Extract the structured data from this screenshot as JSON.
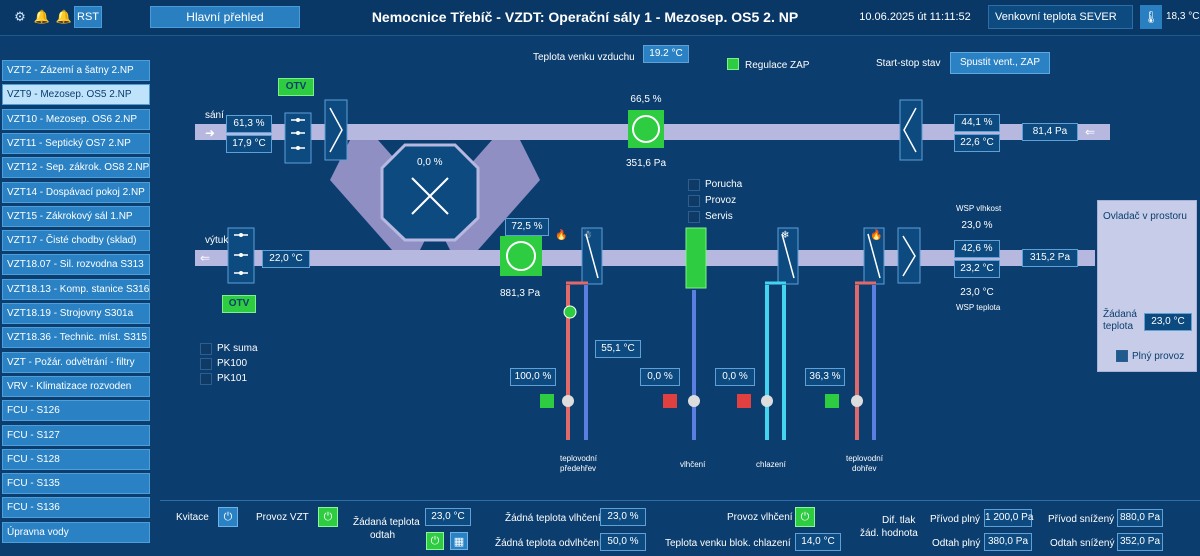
{
  "topbar": {
    "rst_label": "RST",
    "overview_label": "Hlavní přehled",
    "title": "Nemocnice Třebíč - VZDT: Operační sály 1 - Mezosep. OS5 2. NP",
    "datetime": "10.06.2025 út 11:11:52",
    "outdoor_label": "Venkovní teplota SEVER",
    "outdoor_value": "18,3 °C"
  },
  "sidebar": {
    "items": [
      {
        "label": "VZT2 - Zázemí a šatny 2.NP"
      },
      {
        "label": "VZT9 - Mezosep. OS5 2.NP"
      },
      {
        "label": "VZT10 - Mezosep. OS6 2.NP"
      },
      {
        "label": "VZT11 - Septický OS7 2.NP"
      },
      {
        "label": "VZT12 - Sep. zákrok. OS8 2.NP"
      },
      {
        "label": "VZT14 - Dospávací pokoj 2.NP"
      },
      {
        "label": "VZT15 - Zákrokový sál 1.NP"
      },
      {
        "label": "VZT17 - Čisté chodby (sklad)"
      },
      {
        "label": "VZT18.07 - Sil. rozvodna S313"
      },
      {
        "label": "VZT18.13 - Komp. stanice S316"
      },
      {
        "label": "VZT18.19 - Strojovny S301a"
      },
      {
        "label": "VZT18.36 - Technic. míst. S315"
      },
      {
        "label": "VZT - Požár. odvětrání - filtry"
      },
      {
        "label": "VRV - Klimatizace rozvoden"
      },
      {
        "label": "FCU - S126"
      },
      {
        "label": "FCU - S127"
      },
      {
        "label": "FCU - S128"
      },
      {
        "label": "FCU - S135"
      },
      {
        "label": "FCU - S136"
      },
      {
        "label": "Úpravna vody"
      }
    ],
    "active_index": 1
  },
  "header": {
    "outdoor_air_label": "Teplota venku vzduchu",
    "outdoor_air_value": "19.2 °C",
    "regulation_label": "Regulace ZAP",
    "startstop_label": "Start-stop stav",
    "startstop_button": "Spustit vent., ZAP"
  },
  "intake": {
    "label": "sání",
    "humidity": "61,3 %",
    "temperature": "17,9 °C",
    "damper_label": "OTV"
  },
  "exhaust": {
    "label": "výtuk",
    "temperature": "22,0 °C",
    "damper_label": "OTV"
  },
  "recuperator": {
    "value": "0,0 %"
  },
  "supply_fan": {
    "speed": "72,5 %",
    "pressure": "881,3 Pa"
  },
  "extract_fan": {
    "speed": "66,5 %",
    "pressure": "351,6 Pa"
  },
  "extract_inlet": {
    "humidity": "44,1 %",
    "temperature": "22,6 °C",
    "pressure": "81,4 Pa"
  },
  "status_legend": {
    "items": [
      {
        "label": "Porucha"
      },
      {
        "label": "Provoz"
      },
      {
        "label": "Servis"
      }
    ]
  },
  "pk_legend": {
    "items": [
      {
        "label": "PK suma"
      },
      {
        "label": "PK100"
      },
      {
        "label": "PK101"
      }
    ]
  },
  "preheater": {
    "valve": "100,0 %",
    "water_temp": "55,1 °C",
    "label_line1": "teplovodní",
    "label_line2": "předehřev"
  },
  "humidifier": {
    "valve": "0,0 %",
    "label": "vlhčení"
  },
  "cooler": {
    "valve": "0,0 %",
    "label": "chlazení"
  },
  "reheater": {
    "valve": "36,3 %",
    "label_line1": "teplovodní",
    "label_line2": "dohřev"
  },
  "supply_outlet": {
    "wsp_humidity_label": "WSP vlhkost",
    "wsp_humidity": "23,0 %",
    "humidity": "42,6 %",
    "temperature": "23,2 °C",
    "wsp_temperature": "23,0 °C",
    "wsp_temperature_label": "WSP teplota",
    "pressure": "315,2 Pa"
  },
  "room_panel": {
    "title": "Ovladač v prostoru",
    "setpoint_label_1": "Žádaná",
    "setpoint_label_2": "teplota",
    "setpoint_value": "23,0 °C",
    "mode_label": "Plný provoz"
  },
  "bottom": {
    "ack_label": "Kvitace",
    "vzt_run_label": "Provoz VZT",
    "setpoint_temp_label_1": "Žádaná teplota",
    "setpoint_temp_label_2": "odtah",
    "setpoint_temp_value": "23,0 °C",
    "humid_setpoint_label": "Žádná teplota vlhčení",
    "humid_setpoint_value": "23,0 %",
    "dehumid_setpoint_label": "Žádná teplota odvlhčení",
    "dehumid_setpoint_value": "50,0 %",
    "humid_run_label": "Provoz vlhčení",
    "cooling_block_label": "Teplota venku blok. chlazení",
    "cooling_block_value": "14,0 °C",
    "dp_label_1": "Dif. tlak",
    "dp_label_2": "žád. hodnota",
    "supply_full_label": "Přívod plný",
    "supply_full_value": "1 200,0 Pa",
    "extract_full_label": "Odtah plný",
    "extract_full_value": "380,0 Pa",
    "supply_reduced_label": "Přívod snížený",
    "supply_reduced_value": "880,0 Pa",
    "extract_reduced_label": "Odtah snížený",
    "extract_reduced_value": "352,0 Pa"
  },
  "colors": {
    "background": "#0b3d6e",
    "duct": "#b6b8e0",
    "duct_dark": "#8f8fc4",
    "green": "#2ecc40",
    "hot_pipe": "#e06a6a",
    "cold_pipe": "#5a7fe0",
    "cyan_pipe": "#45d4f0"
  }
}
